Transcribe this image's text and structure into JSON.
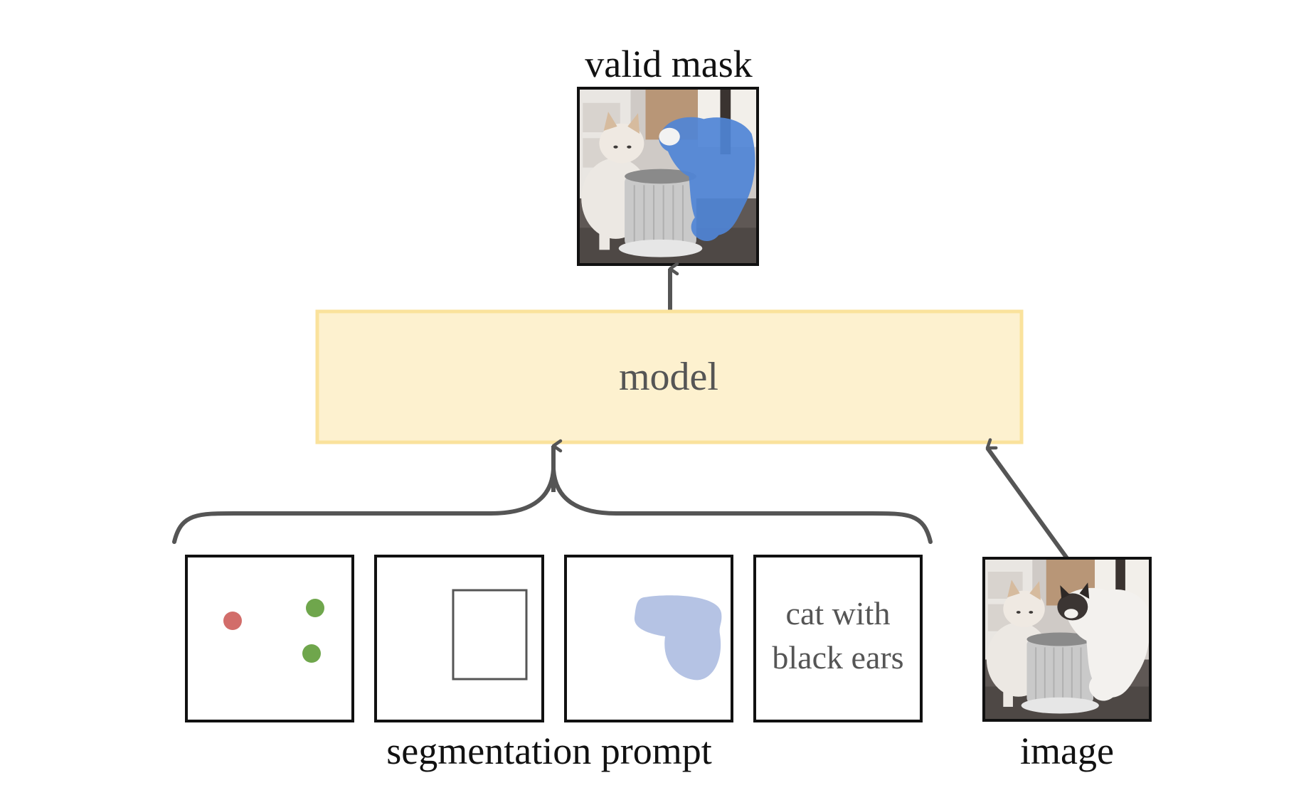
{
  "title": "valid mask",
  "model_label": "model",
  "prompt_group_label": "segmentation prompt",
  "image_label": "image",
  "text_prompt": {
    "line1": "cat with",
    "line2": "black ears"
  },
  "colors": {
    "model_fill": "#fdf1cf",
    "model_border": "#fae29c",
    "arrow": "#555555",
    "negative_point": "#d26d6a",
    "positive_point": "#6fa64c",
    "mask_blob": "#b5c3e4",
    "cat_mask": "#4f84d6"
  },
  "icons": {
    "points_prompt": "points-icon",
    "box_prompt": "box-icon",
    "mask_prompt": "mask-blob-icon"
  }
}
